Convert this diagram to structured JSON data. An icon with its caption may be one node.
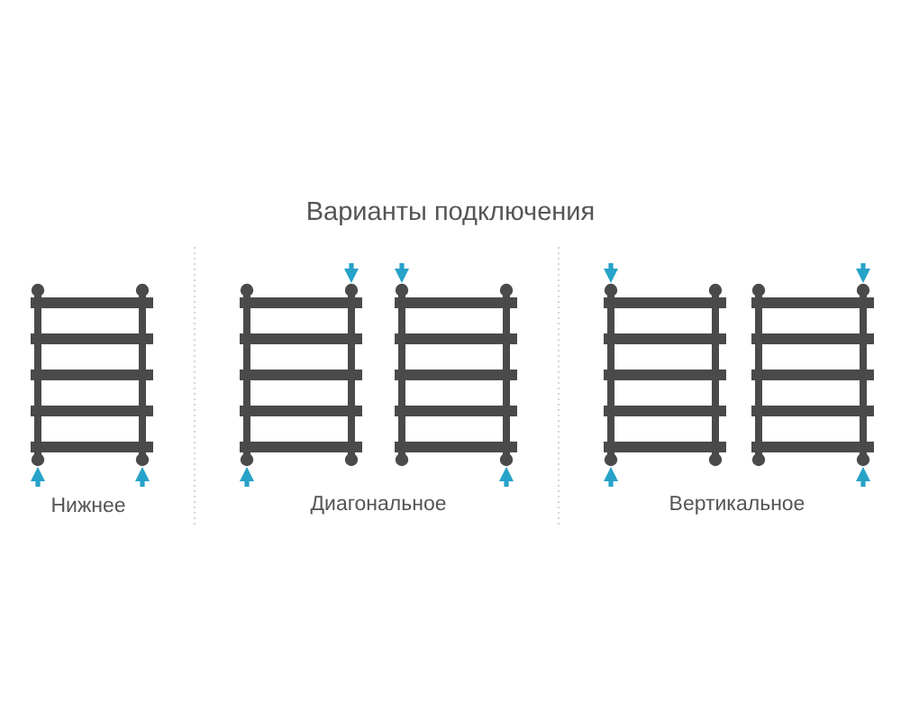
{
  "diagram": {
    "title": "Варианты подключения",
    "nodes": [
      {
        "text": [],
        "shape": "picture"
      },
      {
        "text": [],
        "shape": "picture"
      },
      {
        "text": [],
        "shape": "picture"
      },
      {
        "text": [],
        "shape": "picture"
      },
      {
        "text": [],
        "shape": "picture"
      }
    ],
    "edges": [
      {
        "from": null,
        "to": 0,
        "arrow": "to"
      },
      {
        "from": null,
        "to": 0,
        "arrow": "to"
      },
      {
        "from": null,
        "to": 1,
        "arrow": "to"
      },
      {
        "from": null,
        "to": 1,
        "arrow": "to"
      },
      {
        "from": null,
        "to": 2,
        "arrow": "to"
      },
      {
        "from": null,
        "to": 2,
        "arrow": "to"
      },
      {
        "from": null,
        "to": 3,
        "arrow": "to"
      },
      {
        "from": null,
        "to": 3,
        "arrow": "to"
      },
      {
        "from": null,
        "to": 4,
        "arrow": "to"
      },
      {
        "from": null,
        "to": 4,
        "arrow": "to"
      }
    ],
    "labels": [
      "Нижнее",
      "Диагональное",
      "Вертикальное"
    ]
  }
}
